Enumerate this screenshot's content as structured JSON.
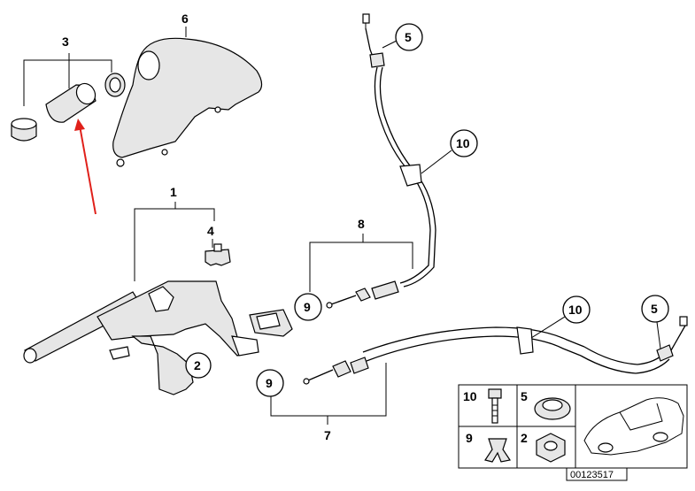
{
  "diagram": {
    "reference_number": "00123517",
    "callouts": {
      "c1": "1",
      "c2": "2",
      "c3": "3",
      "c4": "4",
      "c5a": "5",
      "c5b": "5",
      "c6": "6",
      "c7": "7",
      "c8": "8",
      "c9a": "9",
      "c9b": "9",
      "c10a": "10",
      "c10b": "10"
    },
    "legend": {
      "cells": [
        "10",
        "5",
        "9",
        "2"
      ]
    },
    "annotation_color": "#e0201a"
  }
}
